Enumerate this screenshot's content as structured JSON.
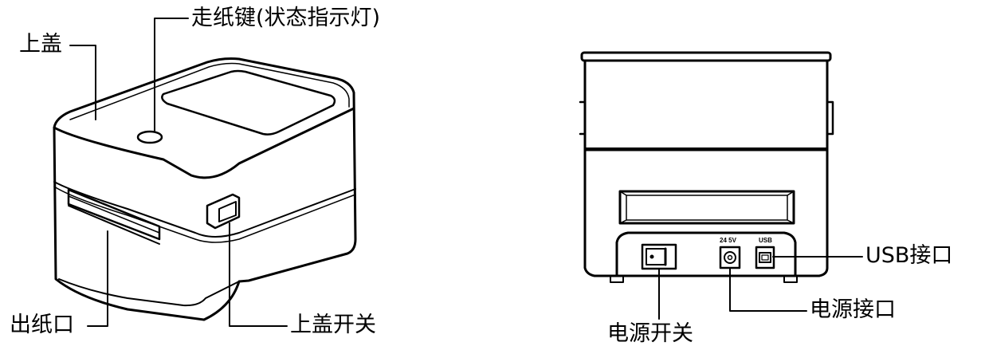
{
  "front_view": {
    "labels": {
      "top_cover": "上盖",
      "feed_button": "走纸键(状态指示灯)",
      "paper_exit": "出纸口",
      "cover_switch": "上盖开关"
    }
  },
  "rear_view": {
    "labels": {
      "usb_port": "USB接口",
      "power_port": "电源接口",
      "power_switch": "电源开关"
    },
    "panel_marks": {
      "power": "24 5V",
      "usb": "USB"
    }
  }
}
